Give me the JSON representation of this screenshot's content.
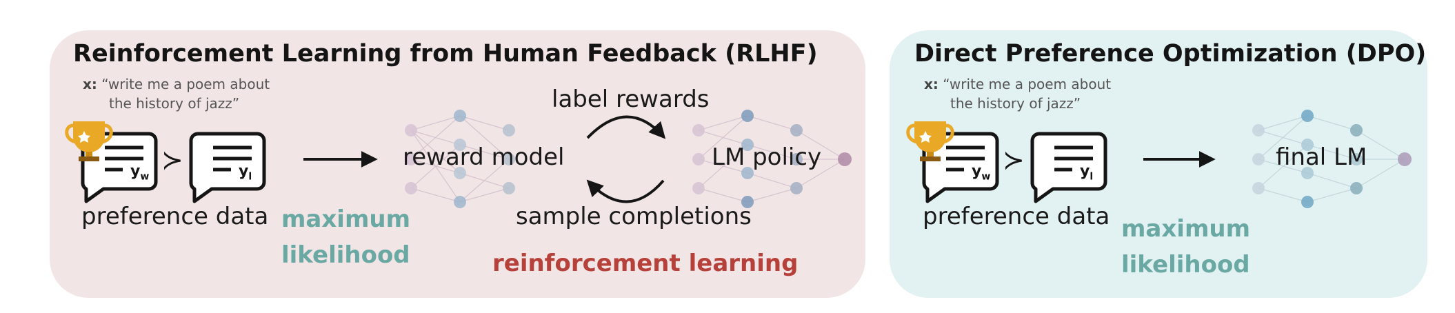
{
  "rlhf": {
    "title": "Reinforcement Learning from Human Feedback (RLHF)",
    "prompt_prefix": "x:",
    "prompt_line1": "“write me a poem about",
    "prompt_line2": "the history of jazz”",
    "winner_label": "y",
    "winner_sub": "w",
    "loser_label": "y",
    "loser_sub": "l",
    "preference_symbol": "≻",
    "preference_label": "preference data",
    "ml_line1": "maximum",
    "ml_line2": "likelihood",
    "reward_model_label": "reward model",
    "label_rewards": "label rewards",
    "lm_policy_label": "LM policy",
    "sample_completions": "sample completions",
    "rl_label": "reinforcement learning"
  },
  "dpo": {
    "title": "Direct Preference Optimization (DPO)",
    "prompt_prefix": "x:",
    "prompt_line1": "“write me a poem about",
    "prompt_line2": "the history of jazz”",
    "winner_label": "y",
    "winner_sub": "w",
    "loser_label": "y",
    "loser_sub": "l",
    "preference_symbol": "≻",
    "preference_label": "preference data",
    "ml_line1": "maximum",
    "ml_line2": "likelihood",
    "final_lm_label": "final LM"
  },
  "colors": {
    "rlhf_panel": "#f2e5e6",
    "dpo_panel": "#e2f1f2",
    "teal_text": "#6aa9a3",
    "red_text": "#b5413a",
    "trophy_gold": "#e9a826"
  }
}
